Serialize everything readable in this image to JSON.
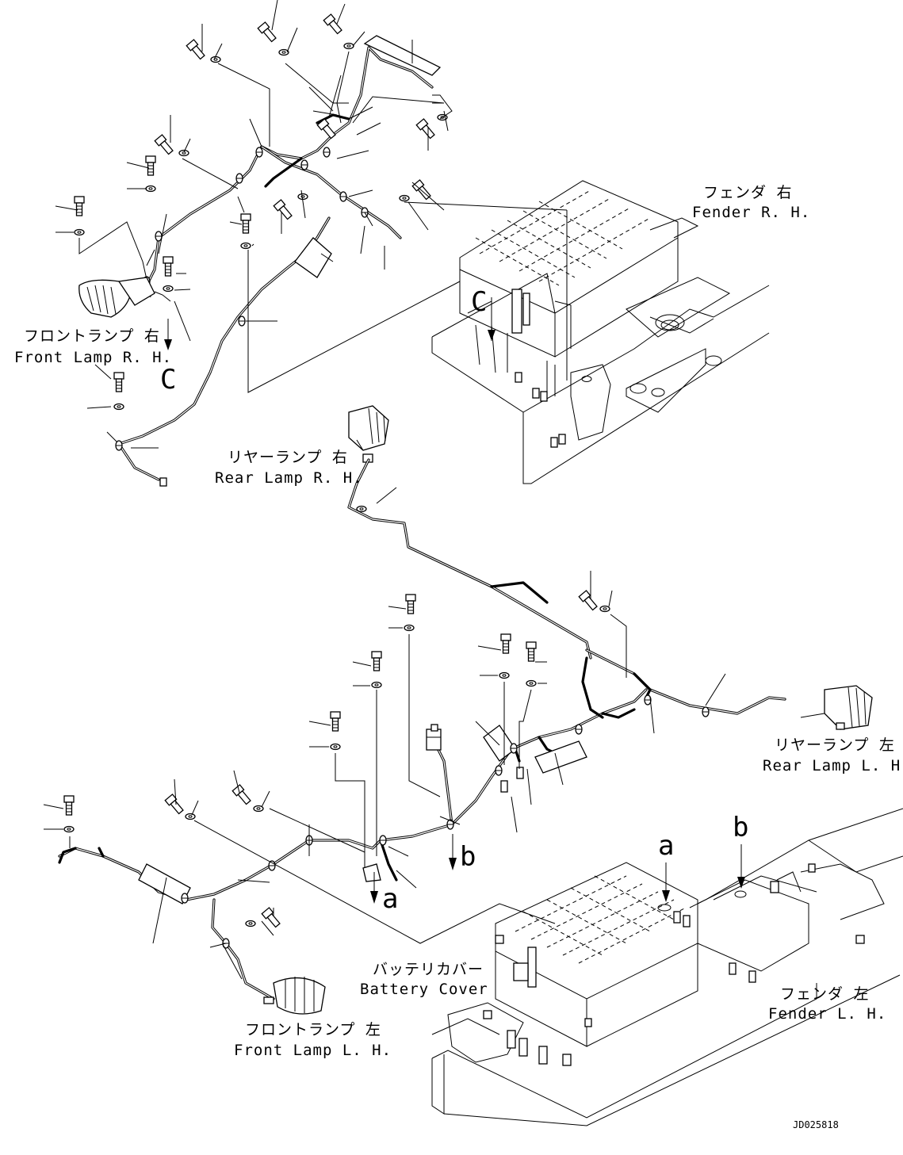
{
  "labels": {
    "fender_rh_jp": "フェンダ 右",
    "fender_rh_en": "Fender R. H.",
    "front_lamp_rh_jp": "フロントランプ 右",
    "front_lamp_rh_en": "Front Lamp R. H.",
    "rear_lamp_rh_jp": "リヤーランプ 右",
    "rear_lamp_rh_en": "Rear Lamp R. H.",
    "rear_lamp_lh_jp": "リヤーランプ 左",
    "rear_lamp_lh_en": "Rear Lamp L. H.",
    "battery_cover_jp": "バッテリカバー",
    "battery_cover_en": "Battery Cover",
    "fender_lh_jp": "フェンダ 左",
    "fender_lh_en": "Fender L. H.",
    "front_lamp_lh_jp": "フロントランプ 左",
    "front_lamp_lh_en": "Front Lamp L. H."
  },
  "callouts": {
    "c_upper": "C",
    "c_lower": "C",
    "a_upper": "a",
    "a_lower": "a",
    "b_upper": "b",
    "b_lower": "b"
  },
  "drawing_code": "JD025818"
}
